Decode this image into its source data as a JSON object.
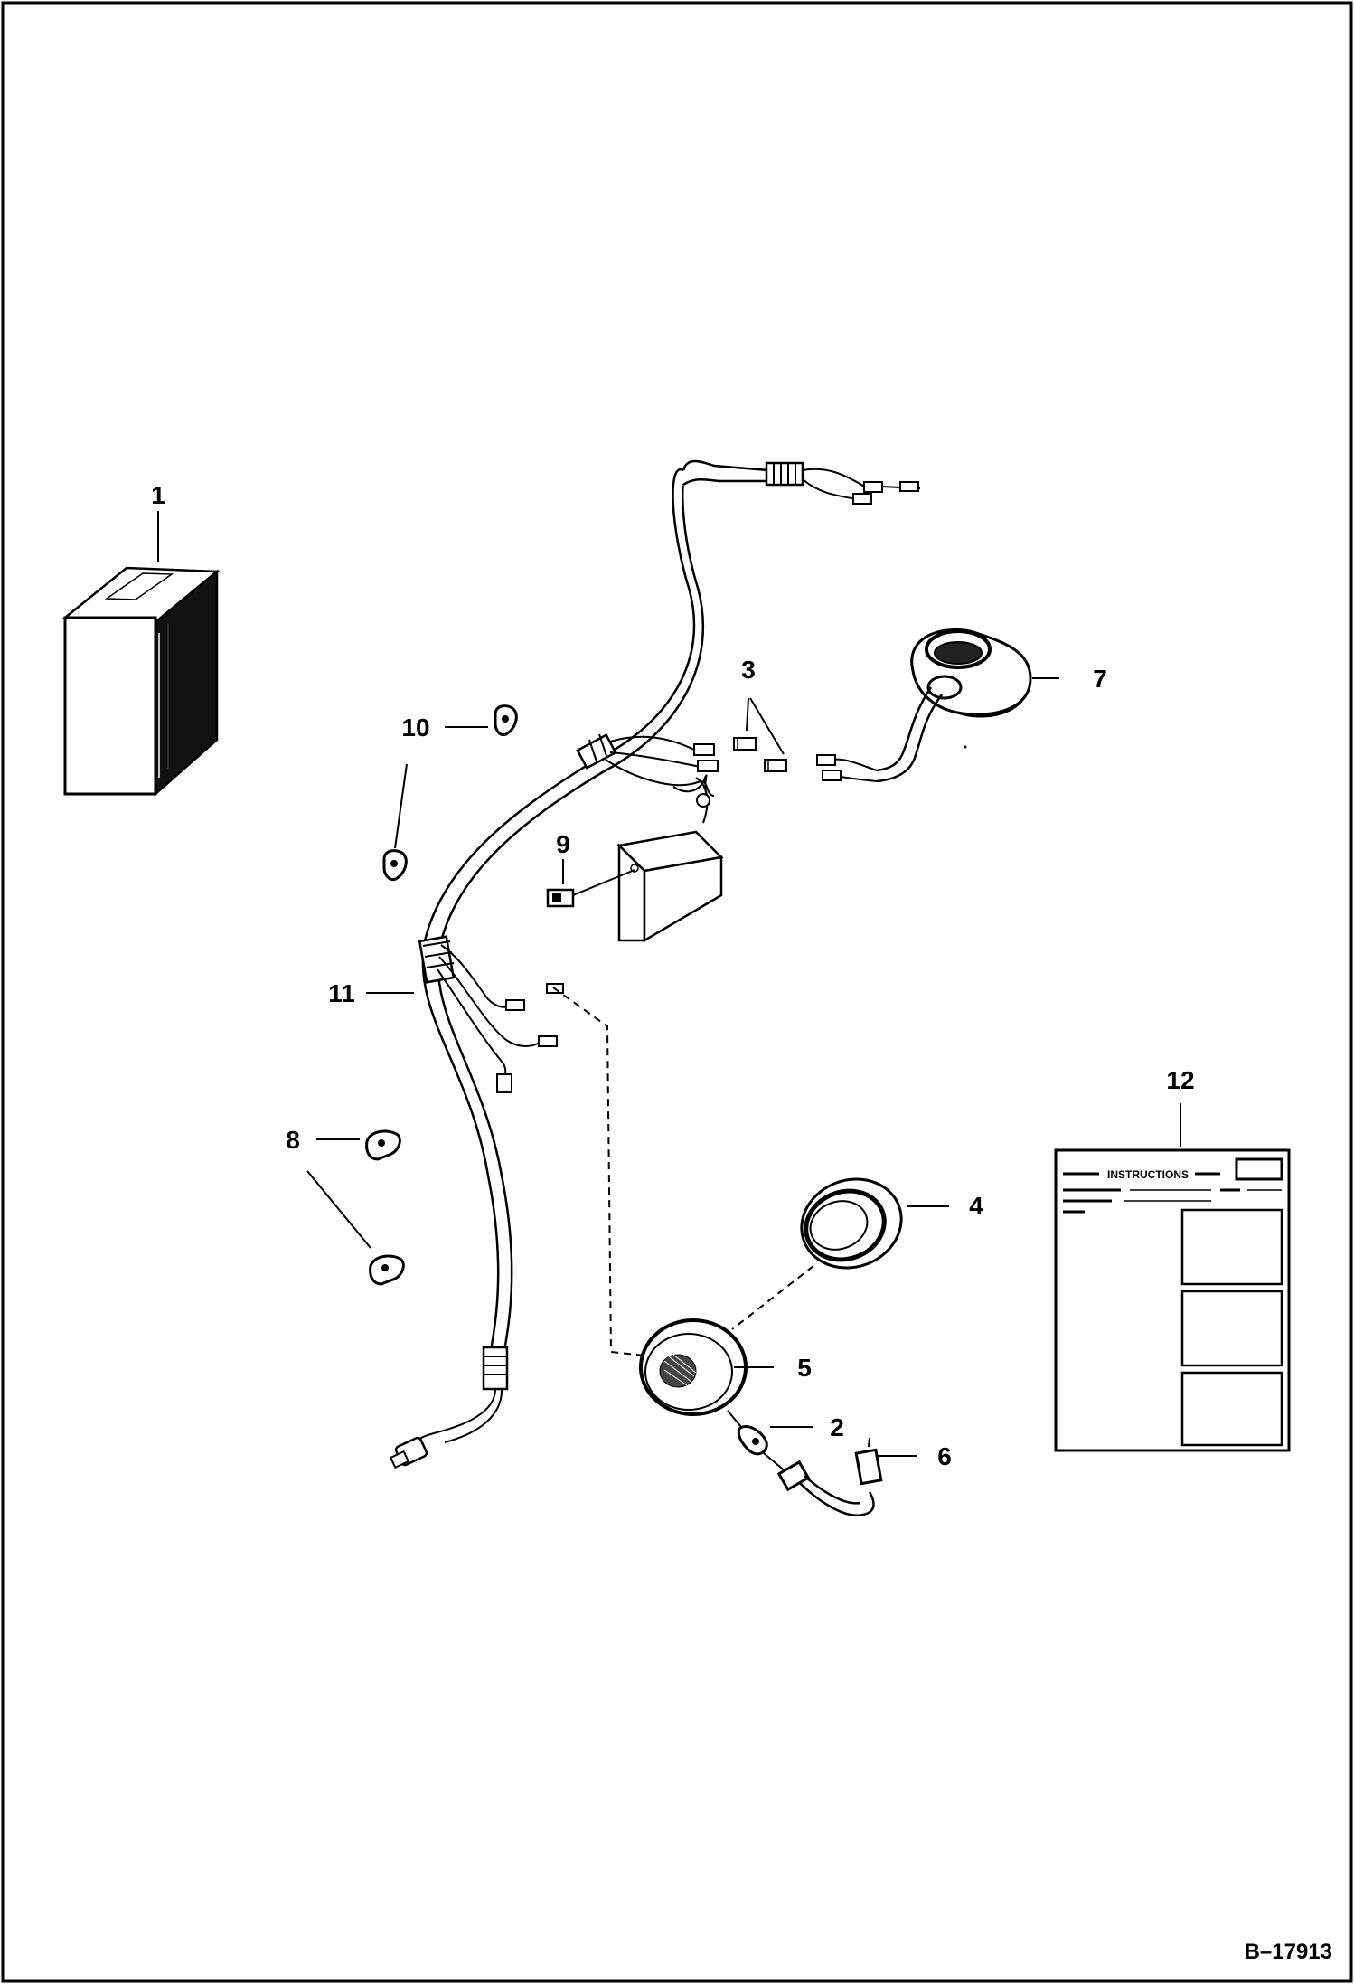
{
  "figure_id": "B–17913",
  "callouts": {
    "c1": "1",
    "c2": "2",
    "c3": "3",
    "c4": "4",
    "c5": "5",
    "c6": "6",
    "c7": "7",
    "c8": "8",
    "c9": "9",
    "c10": "10",
    "c11": "11",
    "c12": "12"
  },
  "instructions_sheet": {
    "title": "INSTRUCTIONS"
  },
  "colors": {
    "ink": "#000000",
    "paper": "#ffffff"
  }
}
